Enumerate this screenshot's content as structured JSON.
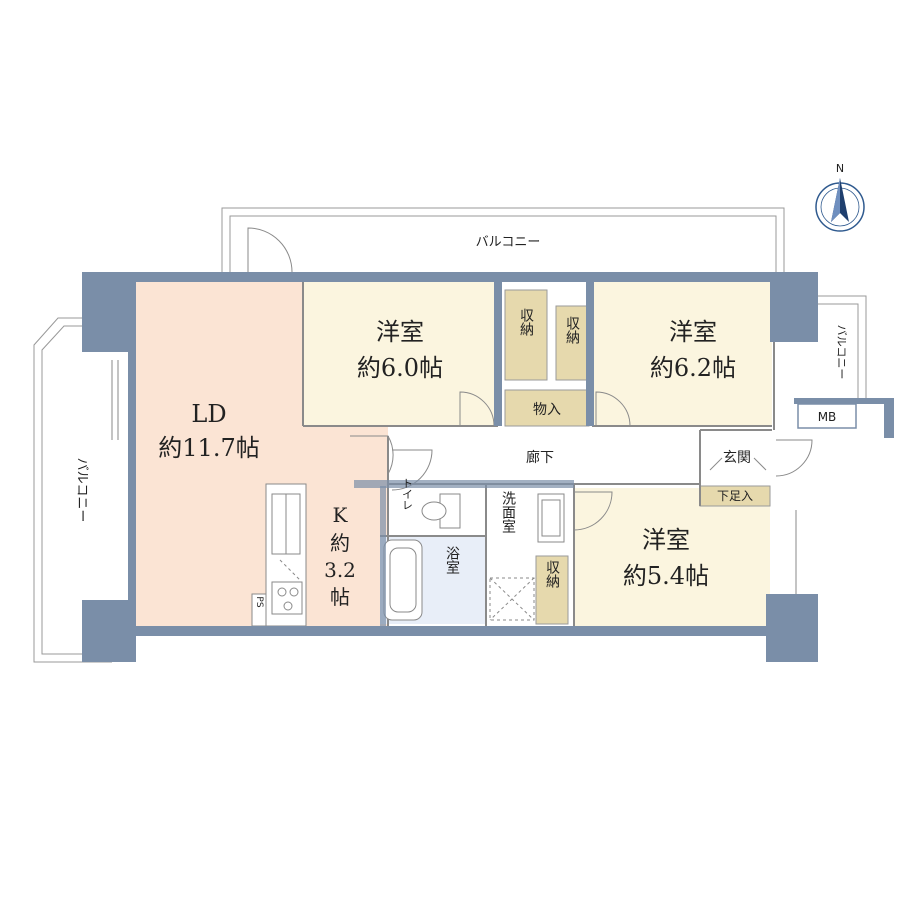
{
  "colors": {
    "wall": "#7a8ea8",
    "ld_floor": "#fbe4d4",
    "room_floor": "#fbf5df",
    "storage_floor": "#e6d9ad",
    "bath_floor": "#e8eef8",
    "hall_floor": "#ffffff",
    "line": "#8a8a8a"
  },
  "compass": {
    "label": "N",
    "icon": "north-arrow-icon"
  },
  "rooms": {
    "balcony_top": "バルコニー",
    "balcony_left": "バルコニー",
    "balcony_right": "バルコニー",
    "ld": {
      "name": "LD",
      "size": "約11.7帖"
    },
    "kitchen": {
      "name": "K",
      "line1": "約",
      "line2": "3.2",
      "line3": "帖"
    },
    "western1": {
      "name": "洋室",
      "size": "約6.0帖"
    },
    "western2": {
      "name": "洋室",
      "size": "約6.2帖"
    },
    "western3": {
      "name": "洋室",
      "size": "約5.4帖"
    },
    "storage1": "収納",
    "storage2": "収納",
    "storage3": "収納",
    "closet": "物入",
    "hallway": "廊下",
    "entrance": "玄関",
    "shoe_box": "下足入",
    "toilet": "トイレ",
    "washroom": "洗面室",
    "bath": "浴室",
    "ps": "PS",
    "mb": "MB"
  }
}
